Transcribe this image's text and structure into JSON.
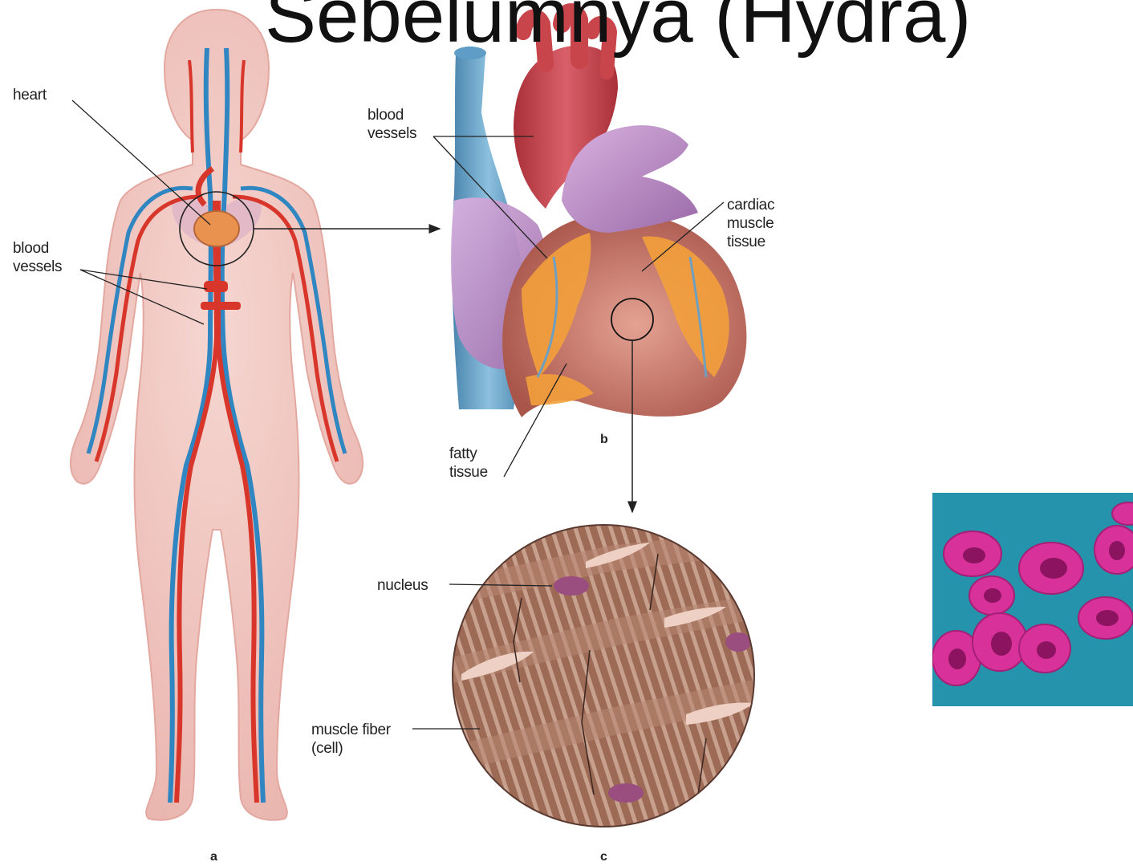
{
  "slide": {
    "title": "Sebelumnya (Hydra)"
  },
  "figure": {
    "panel_a": {
      "letter": "a",
      "labels": {
        "heart": "heart",
        "blood_vessels": "blood\nvessels"
      }
    },
    "panel_b": {
      "letter": "b",
      "labels": {
        "blood_vessels": "blood\nvessels",
        "cardiac_muscle_tissue": "cardiac\nmuscle\ntissue",
        "fatty_tissue": "fatty\ntissue"
      }
    },
    "panel_c": {
      "letter": "c",
      "labels": {
        "nucleus": "nucleus",
        "muscle_fiber": "muscle fiber\n(cell)"
      }
    }
  },
  "colors": {
    "skin": "#f1c7c1",
    "artery": "#d8362b",
    "vein": "#2f86c0",
    "heart_red": "#c9454c",
    "heart_purple": "#b98bc4",
    "fat_orange": "#f3a03c",
    "muscle_brown": "#9d6a55",
    "blood_bg": "#2a9fb8",
    "rbc_pink": "#d8329a"
  }
}
